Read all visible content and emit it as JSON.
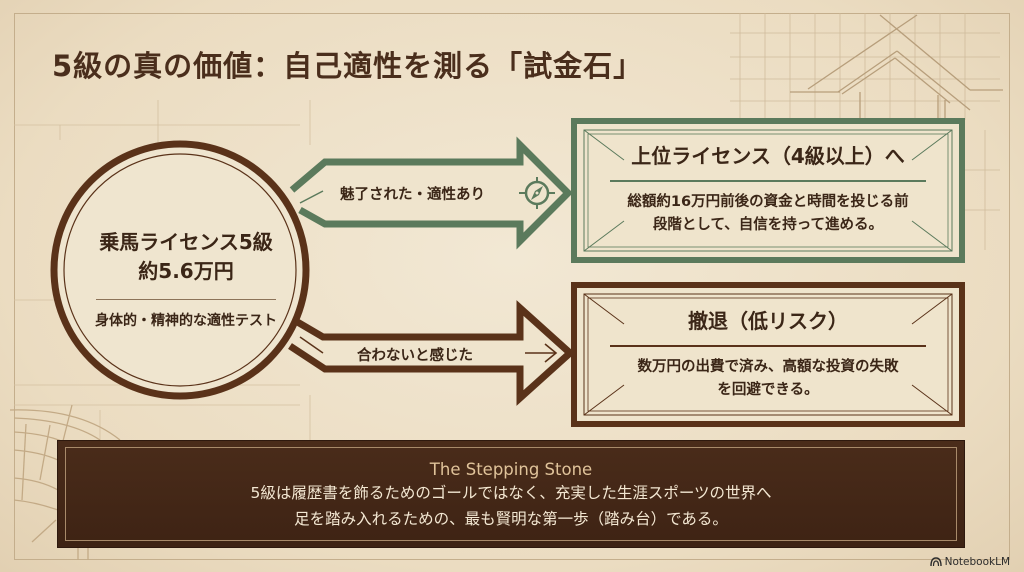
{
  "title": "5級の真の価値：自己適性を測る「試金石」",
  "center_node": {
    "line1": "乗馬ライセンス5級",
    "line2": "約5.6万円",
    "subtitle": "身体的・精神的な適性テスト"
  },
  "arrows": [
    {
      "label": "魅了された・適性あり",
      "icon": "compass-icon",
      "color": "#5b7a5c"
    },
    {
      "label": "合わないと感じた",
      "icon": "arrow-right-icon",
      "color": "#5a3219"
    }
  ],
  "outcomes": [
    {
      "title": "上位ライセンス（4級以上）へ",
      "body_line1": "総額約16万円前後の資金と時間を投じる前",
      "body_line2": "段階として、自信を持って進める。",
      "color": "#5b7a5c"
    },
    {
      "title": "撤退（低リスク）",
      "body_line1": "数万円の出費で済み、高額な投資の失敗",
      "body_line2": "を回避できる。",
      "color": "#5a3219"
    }
  ],
  "banner": {
    "title": "The Stepping Stone",
    "line1": "5級は履歴書を飾るためのゴールではなく、充実した生涯スポーツの世界へ",
    "line2": "足を踏み入れるための、最も賢明な第一歩（踏み台）である。"
  },
  "branding": {
    "label": "NotebookLM"
  },
  "colors": {
    "background": "#ecdfc6",
    "text": "#3d2718",
    "green": "#5b7a5c",
    "brown": "#5a3219",
    "banner": "#432716"
  }
}
